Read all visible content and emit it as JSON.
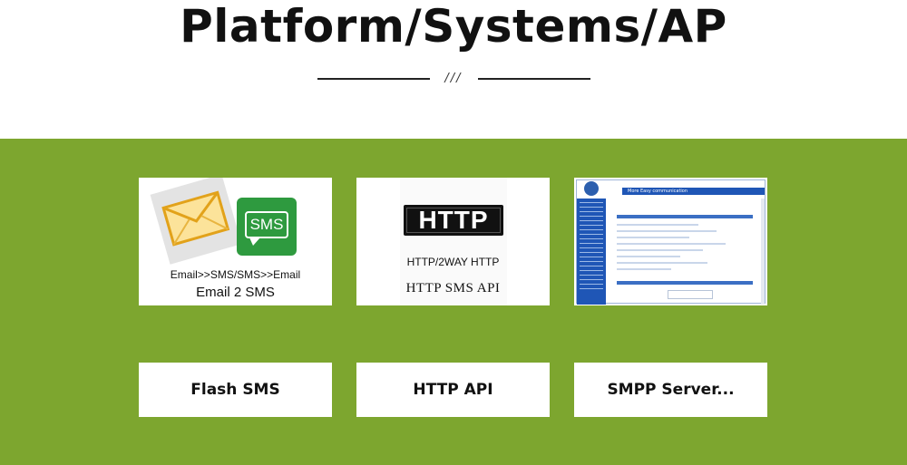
{
  "header": {
    "title": "Platform/Systems/AP",
    "divider_mark": "///"
  },
  "colors": {
    "band": "#7da62f",
    "card": "#ffffff",
    "sms_green": "#2e9a3f"
  },
  "thumbnails": [
    {
      "icons": [
        "envelope-icon",
        "sms-icon"
      ],
      "sms_icon_text": "SMS",
      "caption_small": "Email>>SMS/SMS>>Email",
      "caption_large": "Email 2 SMS"
    },
    {
      "icons": [
        "http-logo"
      ],
      "logo_text": "HTTP",
      "caption_small": "HTTP/2WAY HTTP",
      "caption_large": "HTTP SMS API"
    },
    {
      "icons": [
        "web-portal-screenshot"
      ],
      "brand_text": "More Easy communication"
    }
  ],
  "products": [
    {
      "label": "Flash SMS"
    },
    {
      "label": "HTTP API"
    },
    {
      "label": "SMPP Server..."
    }
  ]
}
